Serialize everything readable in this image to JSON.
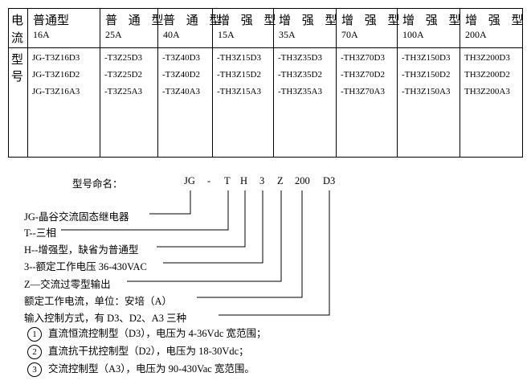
{
  "table": {
    "header_label": [
      "电",
      "流"
    ],
    "body_label": [
      "型",
      "号"
    ],
    "columns": [
      {
        "type": "普通型",
        "current": "16A",
        "models": [
          "JG-T3Z16D3",
          "JG-T3Z16D2",
          "JG-T3Z16A3"
        ]
      },
      {
        "type": "普 通 型",
        "current": "25A",
        "models": [
          "-T3Z25D3",
          "-T3Z25D2",
          "-T3Z25A3"
        ]
      },
      {
        "type": "普 通 型",
        "current": "40A",
        "models": [
          "-T3Z40D3",
          "-T3Z40D2",
          "-T3Z40A3"
        ]
      },
      {
        "type": "增 强 型",
        "current": "15A",
        "models": [
          "-TH3Z15D3",
          "-TH3Z15D2",
          "-TH3Z15A3"
        ]
      },
      {
        "type": "增 强 型",
        "current": "35A",
        "models": [
          "-TH3Z35D3",
          "-TH3Z35D2",
          "-TH3Z35A3"
        ]
      },
      {
        "type": "增 强 型",
        "current": "70A",
        "models": [
          "-TH3Z70D3",
          "-TH3Z70D2",
          "-TH3Z70A3"
        ]
      },
      {
        "type": "增 强 型",
        "current": "100A",
        "models": [
          "-TH3Z150D3",
          "-TH3Z150D2",
          "-TH3Z150A3"
        ]
      },
      {
        "type": "增 强 型",
        "current": "200A",
        "models": [
          "TH3Z200D3",
          "TH3Z200D2",
          "TH3Z200A3"
        ]
      }
    ]
  },
  "naming": {
    "label": "型号命名：",
    "code_parts": [
      "JG",
      "-",
      "T",
      "H",
      "3",
      "Z",
      "200",
      "D3"
    ],
    "descriptions": [
      "JG-晶谷交流固态继电器",
      "T--三相",
      "H--增强型，缺省为普通型",
      "3--额定工作电压 36-430VAC",
      "Z—交流过零型输出",
      "额定工作电流，单位：安培（A）",
      "输入控制方式，有 D3、D2、A3 三种"
    ],
    "notes": [
      {
        "mark": "1",
        "text": "直流恒流控制型（D3），电压为 4-36Vdc 宽范围；"
      },
      {
        "mark": "2",
        "text": "直流抗干扰控制型（D2），电压为 18-30Vdc；"
      },
      {
        "mark": "3",
        "text": "交流控制型（A3），电压为 90-430Vac 宽范围。"
      }
    ]
  }
}
